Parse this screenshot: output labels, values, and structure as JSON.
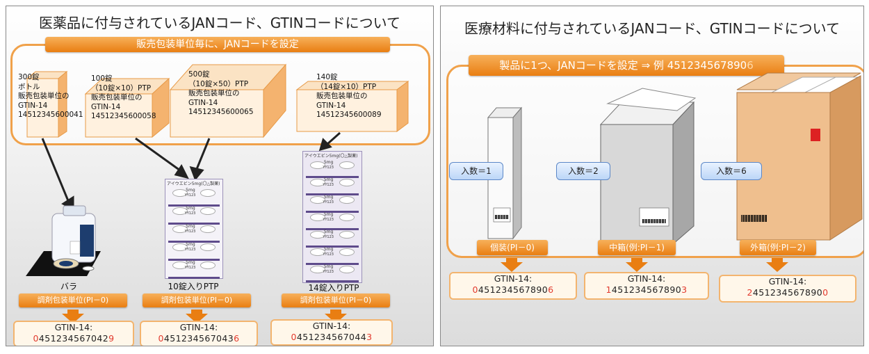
{
  "left": {
    "title": "医薬品に付与されているJANコード、GTINコードについて",
    "banner": "販売包装単位毎に、JANコードを設定",
    "boxes": [
      {
        "lines": [
          "300錠",
          "ボトル",
          "販売包装単位の",
          "GTIN-14",
          "14512345600041"
        ]
      },
      {
        "lines": [
          "100錠",
          "（10錠×10）PTP",
          "販売包装単位の",
          "GTIN-14",
          "14512345600058"
        ]
      },
      {
        "lines": [
          "500錠",
          "（10錠×50）PTP",
          "販売包装単位の",
          "GTIN-14",
          "14512345600065"
        ]
      },
      {
        "lines": [
          "140錠",
          "（14錠×10）PTP",
          "販売包装単位の",
          "GTIN-14",
          "14512345600089"
        ]
      }
    ],
    "blister_label": "アイウエビン5mg(〇△製薬)",
    "blister_dose": "5mg",
    "blister_code": "YY123",
    "columns": [
      {
        "caption": "バラ",
        "unit": "調剤包装単位(PI－0)",
        "gtin_label": "GTIN-14:",
        "gtin_first": "0",
        "gtin_mid": "451234567042",
        "gtin_last": "9"
      },
      {
        "caption": "10錠入りPTP",
        "unit": "調剤包装単位(PI－0)",
        "gtin_label": "GTIN-14:",
        "gtin_first": "0",
        "gtin_mid": "451234567043",
        "gtin_last": "6"
      },
      {
        "caption": "14錠入りPTP",
        "unit": "調剤包装単位(PI－0)",
        "gtin_label": "GTIN-14:",
        "gtin_first": "0",
        "gtin_mid": "451234567044",
        "gtin_last": "3"
      }
    ]
  },
  "right": {
    "title": "医療材料に付与されているJANコード、GTINコードについて",
    "banner_prefix": "製品に1つ、JANコードを設定 ⇒ 例 ",
    "banner_code": "451234567890",
    "banner_check": "6",
    "callouts": [
      "入数＝1",
      "入数＝2",
      "入数＝6"
    ],
    "columns": [
      {
        "unit": "個装(PI－0)",
        "gtin_label": "GTIN-14:",
        "gtin_first": "0",
        "gtin_mid": "451234567890",
        "gtin_last": "6"
      },
      {
        "unit": "中箱(例:PI－1)",
        "gtin_label": "GTIN-14:",
        "gtin_first": "1",
        "gtin_mid": "451234567890",
        "gtin_last": "3"
      },
      {
        "unit": "外箱(例:PI－2)",
        "gtin_label": "GTIN-14:",
        "gtin_first": "2",
        "gtin_mid": "451234567890",
        "gtin_last": "0"
      }
    ]
  },
  "colors": {
    "orange": "#e97e12",
    "red_digit": "#e23a2e",
    "callout_blue": "#bcd6f7",
    "blister_purple": "#5e4b8b"
  }
}
